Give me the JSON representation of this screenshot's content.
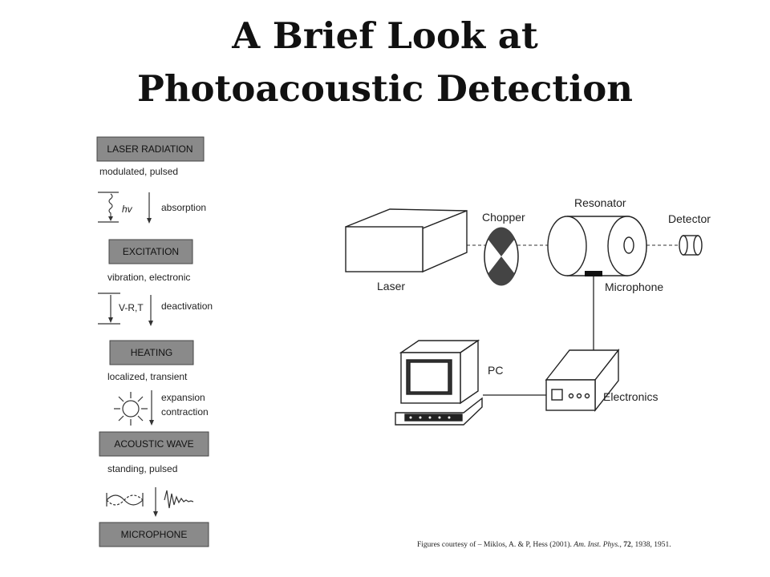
{
  "title": {
    "line1": "A Brief Look at",
    "line2": "Photoacoustic Detection"
  },
  "process": {
    "boxes": [
      "LASER RADIATION",
      "EXCITATION",
      "HEATING",
      "ACOUSTIC WAVE",
      "MICROPHONE"
    ],
    "subtitles": [
      "modulated,  pulsed",
      "vibration, electronic",
      "localized, transient",
      "standing, pulsed"
    ],
    "steps": {
      "hv": "hv",
      "absorption": "absorption",
      "vrt": "V-R,T",
      "deactivation": "deactivation",
      "expansion": "expansion",
      "contraction": "contraction"
    }
  },
  "setup": {
    "laser": "Laser",
    "chopper": "Chopper",
    "resonator": "Resonator",
    "detector": "Detector",
    "microphone": "Microphone",
    "pc": "PC",
    "electronics": "Electronics"
  },
  "caption": {
    "prefix": "Figures courtesy of – Miklos, A. & P, Hess (2001). ",
    "journal": "Am. Inst. Phys.",
    "sep1": ", ",
    "volume": "72",
    "rest": ", 1938, 1951."
  }
}
